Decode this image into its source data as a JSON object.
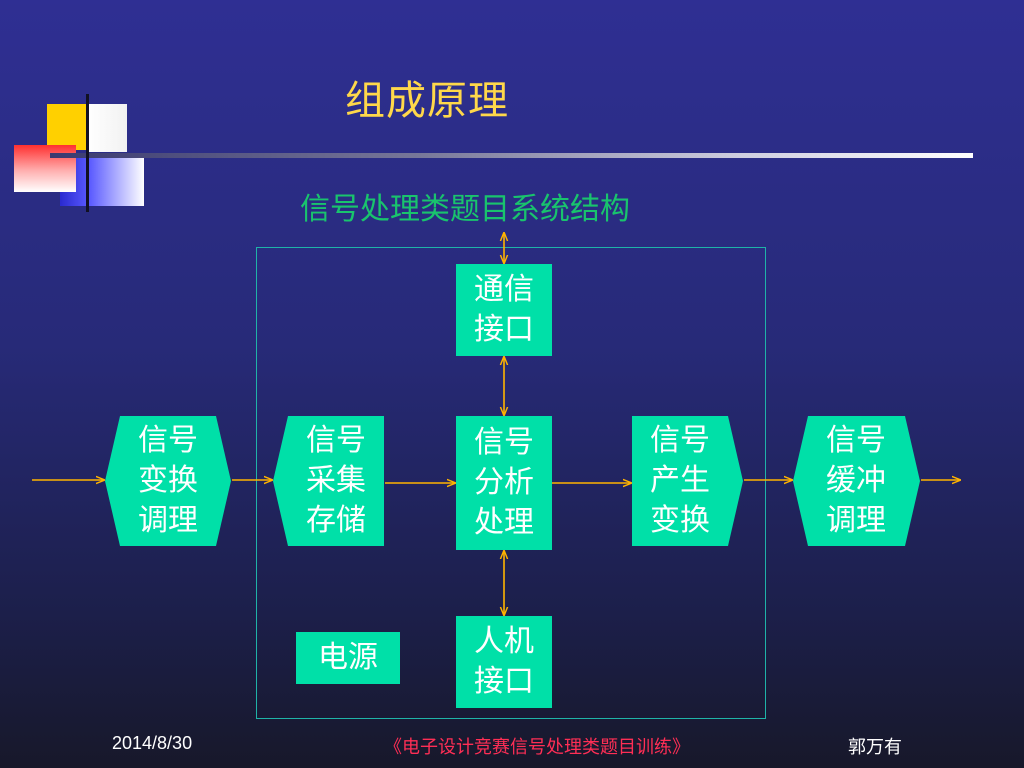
{
  "slide": {
    "title": "组成原理",
    "subtitle": "信号处理类题目系统结构"
  },
  "blocks": {
    "comm": "通信\n接口",
    "conditioning": "信号\n变换\n调理",
    "acquisition": "信号\n采集\n存储",
    "analysis": "信号\n分析\n处理",
    "generation": "信号\n产生\n变换",
    "buffer": "信号\n缓冲\n调理",
    "power": "电源",
    "hmi": "人机\n接口"
  },
  "footer": {
    "date": "2014/8/30",
    "course": "《电子设计竞赛信号处理类题目训练》",
    "author": "郭万有"
  },
  "colors": {
    "block": "#00e0a8",
    "arrow": "#ffb400",
    "frame": "#1fb3a8",
    "title": "#ffd84a",
    "subtitle": "#19c46d",
    "course": "#ff2e55"
  }
}
